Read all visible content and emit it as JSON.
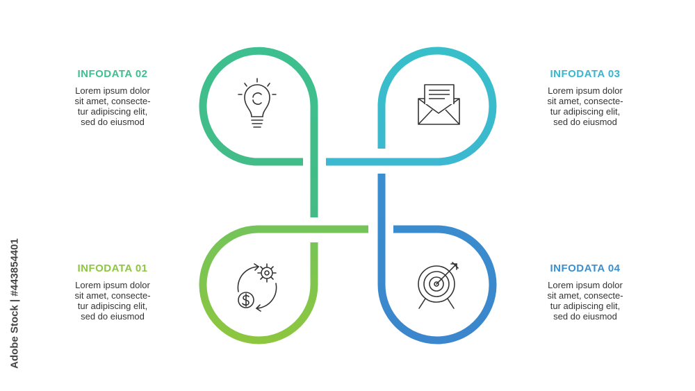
{
  "items": [
    {
      "id": "01",
      "title": "INFODATA  01",
      "color": "#8dc63f",
      "icon": "money-gear-cycle-icon",
      "lines": [
        "Lorem ipsum dolor",
        "sit amet, consecte-",
        "tur adipiscing elit,",
        "sed do eiusmod"
      ]
    },
    {
      "id": "02",
      "title": "INFODATA  02",
      "color": "#3ebf8f",
      "icon": "lightbulb-icon",
      "lines": [
        "Lorem ipsum dolor",
        "sit amet, consecte-",
        "tur adipiscing elit,",
        "sed do eiusmod"
      ]
    },
    {
      "id": "03",
      "title": "INFODATA  03",
      "color": "#38b6cf",
      "icon": "envelope-letter-icon",
      "lines": [
        "Lorem ipsum dolor",
        "sit amet, consecte-",
        "tur adipiscing elit,",
        "sed do eiusmod"
      ]
    },
    {
      "id": "04",
      "title": "INFODATA  04",
      "color": "#3a8fd0",
      "icon": "target-arrow-icon",
      "lines": [
        "Lorem ipsum dolor",
        "sit amet, consecte-",
        "tur adipiscing elit,",
        "sed do eiusmod"
      ]
    }
  ],
  "watermark": {
    "text": "Adobe Stock | #443854401"
  }
}
